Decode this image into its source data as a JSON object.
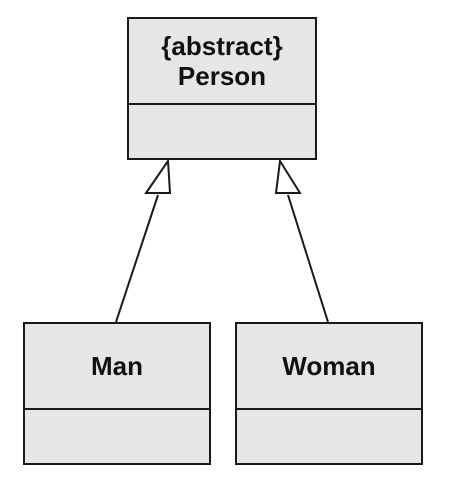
{
  "classes": {
    "person": {
      "stereotype": "{abstract}",
      "name": "Person"
    },
    "man": {
      "name": "Man"
    },
    "woman": {
      "name": "Woman"
    }
  },
  "relationships": [
    {
      "type": "generalization",
      "from": "Man",
      "to": "Person"
    },
    {
      "type": "generalization",
      "from": "Woman",
      "to": "Person"
    }
  ],
  "colors": {
    "box_fill": "#e6e6e6",
    "line": "#1a1a1a",
    "arrowhead_fill": "#ffffff"
  }
}
